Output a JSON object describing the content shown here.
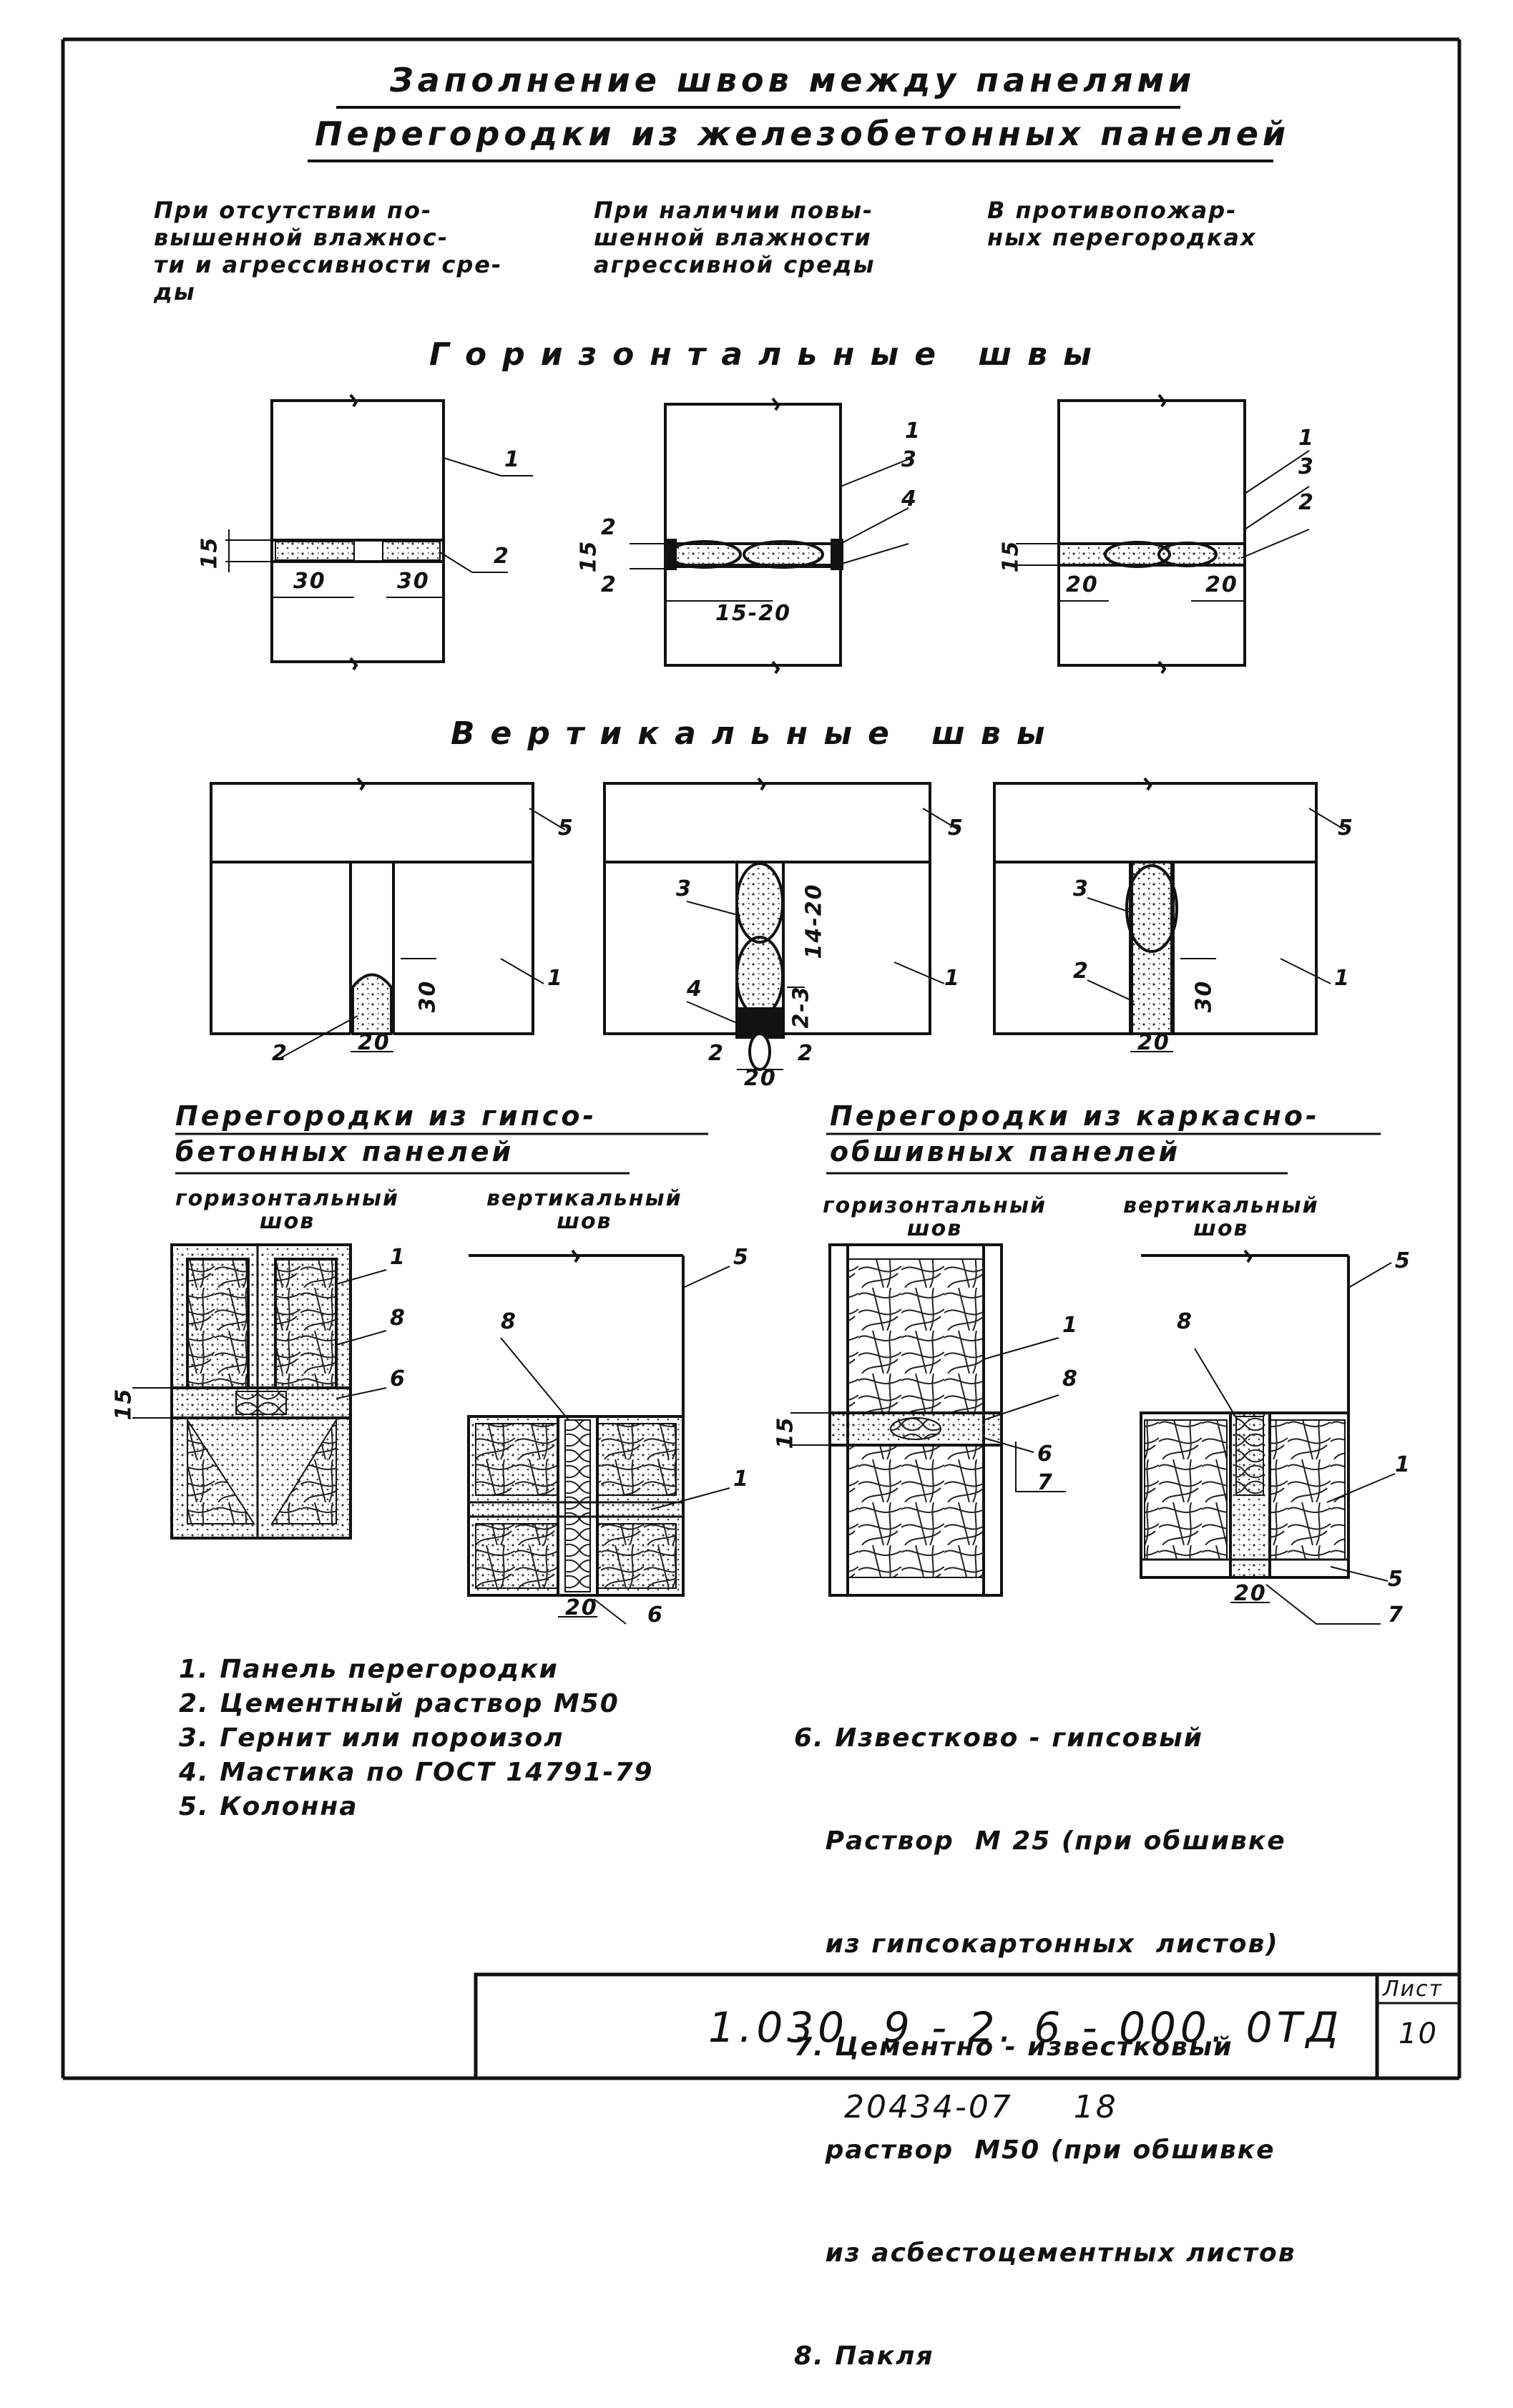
{
  "title": {
    "line1": "Заполнение   швов   между   панелями",
    "line2": "Перегородки   из  железобетонных   панелей"
  },
  "conditions": {
    "col1": "При отсутствии по-\nвышенной влажнос-\nти и агрессивности сре-\nды",
    "col2": "При наличии повы-\nшенной влажности\nагрессивной среды",
    "col3": "В противопожар-\nных перегородках"
  },
  "sections": {
    "horizontal": "Горизонтальные   швы",
    "vertical": "Вертикальные   швы"
  },
  "subsections": {
    "gypsum": "Перегородки  из гипсо-\nбетонных  панелей",
    "frame": "Перегородки  из каркасно-\nобшивных  панелей"
  },
  "joint_titles": {
    "horizontal": "горизонтальный\nшов",
    "vertical": "вертикальный\nшов"
  },
  "dimensions": {
    "d15": "15",
    "d30": "30",
    "d20": "20",
    "d2": "2",
    "d15_20": "15-20",
    "d14_20": "14-20",
    "d2_3": "2-3"
  },
  "callouts": [
    "1",
    "2",
    "3",
    "4",
    "5",
    "6",
    "7",
    "8"
  ],
  "legend_left": [
    "1. Панель перегородки",
    "2. Цементный раствор М50",
    "3. Гернит или пороизол",
    "4. Мастика по ГОСТ 14791-79",
    "5. Колонна"
  ],
  "legend_right": [
    "6. Известково - гипсовый",
    "   Раствор  М 25 (при обшивке",
    "   из гипсокартонных  листов)",
    "7. Цементно - известковый",
    "   раствор  М50 (при обшивке",
    "   из асбестоцементных листов",
    "8. Пакля"
  ],
  "stamp": {
    "code": "1.030. 9 - 2. 6 - 000. 0ТД",
    "sheet_label": "Лист",
    "sheet_no": "10"
  },
  "doc_number": "20434-07     18"
}
